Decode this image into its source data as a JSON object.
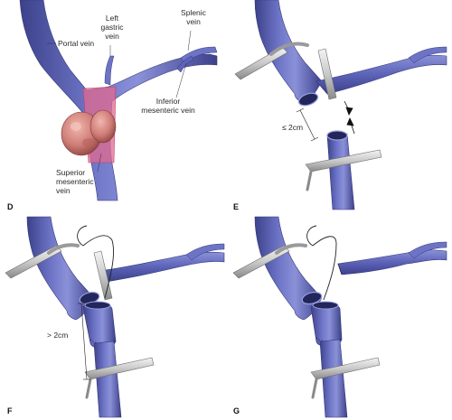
{
  "panels": {
    "d": {
      "letter": "D"
    },
    "e": {
      "letter": "E"
    },
    "f": {
      "letter": "F"
    },
    "g": {
      "letter": "G"
    }
  },
  "labels": {
    "portal_vein": "Portal vein",
    "left_gastric_1": "Left",
    "left_gastric_2": "gastric",
    "left_gastric_3": "vein",
    "splenic_1": "Splenic",
    "splenic_2": "vein",
    "inferior_mes_1": "Inferior",
    "inferior_mes_2": "mesenteric vein",
    "superior_mes_1": "Superior",
    "superior_mes_2": "mesenteric",
    "superior_mes_3": "vein"
  },
  "measurements": {
    "e_gap": "≤ 2cm",
    "f_gap": "> 2cm"
  },
  "colors": {
    "vein": "#5c63b8",
    "vein_highlight": "#9aa0e0",
    "vein_dark": "#3c418a",
    "tumor": "#d88a86",
    "tumor_dark": "#a4524f",
    "resection_zone": "#e1698f",
    "clamp": "#cfcfcf",
    "clamp_dark": "#8e8e8e"
  }
}
